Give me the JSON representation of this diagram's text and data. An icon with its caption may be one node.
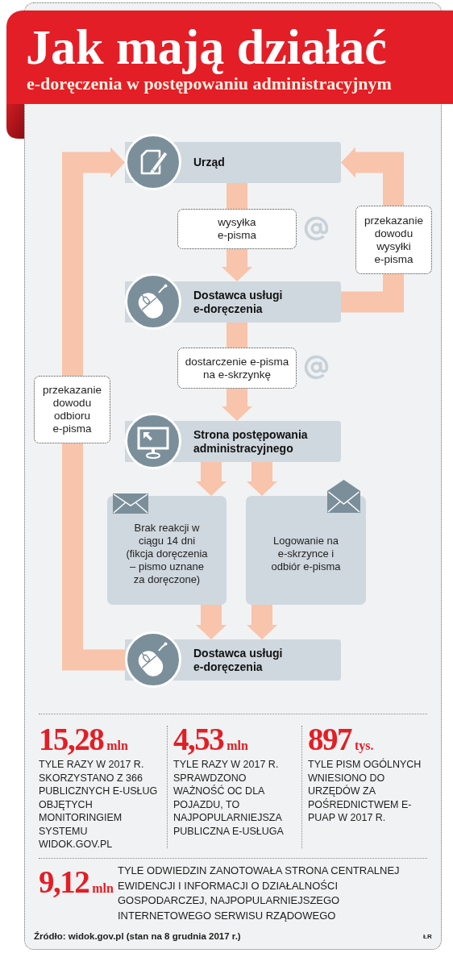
{
  "diagram": {
    "title": "Jak mają działać",
    "nodes": [
      {
        "text": [
          "Urząd"
        ]
      },
      {
        "text": [
          "Dostawca usługi e-doręczenia"
        ]
      },
      {
        "text": [
          "Strona postępowania administracyjnego"
        ]
      },
      {
        "text": [
          "Brak reakcji w ciągu 14 dni (fikcja doręczenia – pismo uznane za doręczone)"
        ]
      },
      {
        "text": [
          "Logowanie na e-skrzynce i odbiór e-pisma"
        ]
      },
      {
        "text": [
          "Dostawca usługi e-doręczenia"
        ]
      }
    ],
    "edges": [
      {
        "from": 0,
        "to": 1,
        "arrow": "to",
        "label": "wysyłka e-pisma"
      },
      {
        "from": 1,
        "to": 0,
        "arrow": "to",
        "label": "przekazanie dowodu wysyłki e-pisma"
      },
      {
        "from": 1,
        "to": 2,
        "arrow": "to",
        "label": "dostarczenie e-pisma na e-skrzynkę"
      },
      {
        "from": 2,
        "to": 3,
        "arrow": "to"
      },
      {
        "from": 2,
        "to": 4,
        "arrow": "to"
      },
      {
        "from": 3,
        "to": 5,
        "arrow": "to"
      },
      {
        "from": 4,
        "to": 5,
        "arrow": "to"
      },
      {
        "from": 5,
        "to": 0,
        "arrow": "to",
        "label": "przekazanie dowodu odbioru e-pisma"
      }
    ],
    "labels": [
      "e-doręczenia w postępowaniu administracyjnym",
      "15,28",
      "mln",
      "TYLE RAZY W 2017 R. SKORZYSTANO Z 366 PUBLICZNYCH E-USŁUG OBJĘTYCH MONITORINGIEM SYSTEMU WIDOK.GOV.PL",
      "4,53",
      "mln",
      "TYLE RAZY W 2017 R. SPRAWDZONO WAŻNOŚĆ OC DLA POJAZDU, TO NAJPOPULARNIEJSZA PUBLICZNA E-USŁUGA",
      "897",
      "tys.",
      "TYLE PISM OGÓLNYCH WNIESIONO DO URZĘDÓW ZA POŚREDNICTWEM E-PUAP W 2017 R.",
      "9,12",
      "mln",
      "TYLE ODWIEDZIN ZANOTOWAŁA STRONA CENTRALNEJ EWIDENCJI I INFORMACJI O DZIAŁALNOŚCI GOSPODARCZEJ, NAJPOPULARNIEJSZEGO INTERNETOWEGO SERWISU RZĄDOWEGO",
      "Źródło: widok.gov.pl (stan na 8 grudnia 2017 r.)",
      "ŁR"
    ]
  }
}
